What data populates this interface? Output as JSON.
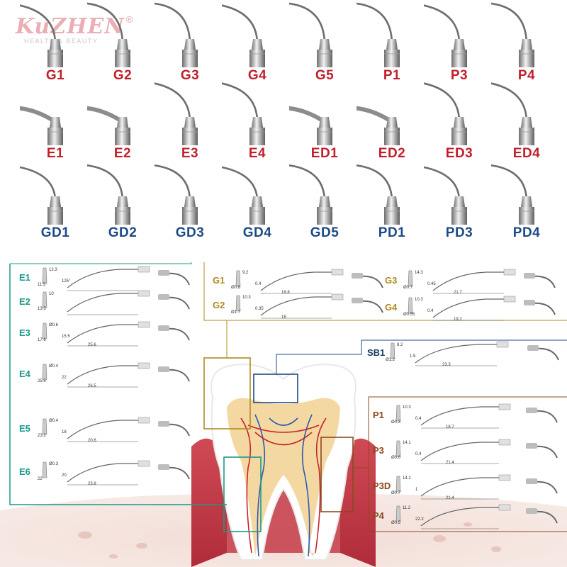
{
  "logo": {
    "name": "KuZHEN",
    "reg": "®",
    "tagline": "HEALTH & BEAUTY"
  },
  "catalog": {
    "row1": [
      "G1",
      "G2",
      "G3",
      "G4",
      "G5",
      "P1",
      "P3",
      "P4"
    ],
    "row2": [
      "E1",
      "E2",
      "E3",
      "E4",
      "ED1",
      "ED2",
      "ED3",
      "ED4"
    ],
    "row3": [
      "GD1",
      "GD2",
      "GD3",
      "GD4",
      "GD5",
      "PD1",
      "PD3",
      "PD4"
    ]
  },
  "colors": {
    "red": "#c0202c",
    "blue": "#1d4a86",
    "teal": "#1b9a8a",
    "gold": "#b08a1f",
    "navy": "#1d3b66",
    "brown": "#8a4a20"
  },
  "diagram": {
    "left": [
      {
        "label": "E1",
        "dims": [
          "11.5",
          "12.3",
          "125°"
        ]
      },
      {
        "label": "E2",
        "dims": [
          "13.5",
          "10"
        ]
      },
      {
        "label": "E3",
        "dims": [
          "17.6",
          "Ø0.6",
          "15.5",
          "25.6"
        ]
      },
      {
        "label": "E4",
        "dims": [
          "25.5",
          "Ø0.4",
          "22",
          "26.5"
        ]
      },
      {
        "label": "E5",
        "dims": [
          "23.2",
          "Ø0.4",
          "18",
          "20.6"
        ]
      },
      {
        "label": "E6",
        "dims": [
          "22",
          "Ø0.3",
          "20",
          "23.8"
        ]
      }
    ],
    "top": [
      {
        "label": "G1",
        "dims": [
          "Ø0.8",
          "9.2",
          "0.4",
          "18.8"
        ]
      },
      {
        "label": "G2",
        "dims": [
          "Ø1.7",
          "10.3",
          "0.35",
          "18"
        ]
      },
      {
        "label": "G3",
        "dims": [
          "Ø0.7",
          "14.3",
          "0.45",
          "21.7"
        ]
      },
      {
        "label": "G4",
        "dims": [
          "Ø0.55",
          "10.3",
          "0.4",
          "19.2"
        ]
      }
    ],
    "sb": {
      "label": "SB1",
      "dims": [
        "Ø1.2",
        "8.2",
        "1.5",
        "23.3"
      ]
    },
    "right": [
      {
        "label": "P1",
        "dims": [
          "Ø0.3",
          "10.3",
          "0.4",
          "18.7"
        ]
      },
      {
        "label": "P3",
        "dims": [
          "Ø0.6",
          "14.1",
          "0.4",
          "21.4"
        ]
      },
      {
        "label": "P3D",
        "dims": [
          "Ø0.7",
          "14.1",
          "1",
          "21.4"
        ]
      },
      {
        "label": "P4",
        "dims": [
          "Ø0.5",
          "11.2",
          "22.2"
        ]
      }
    ]
  }
}
